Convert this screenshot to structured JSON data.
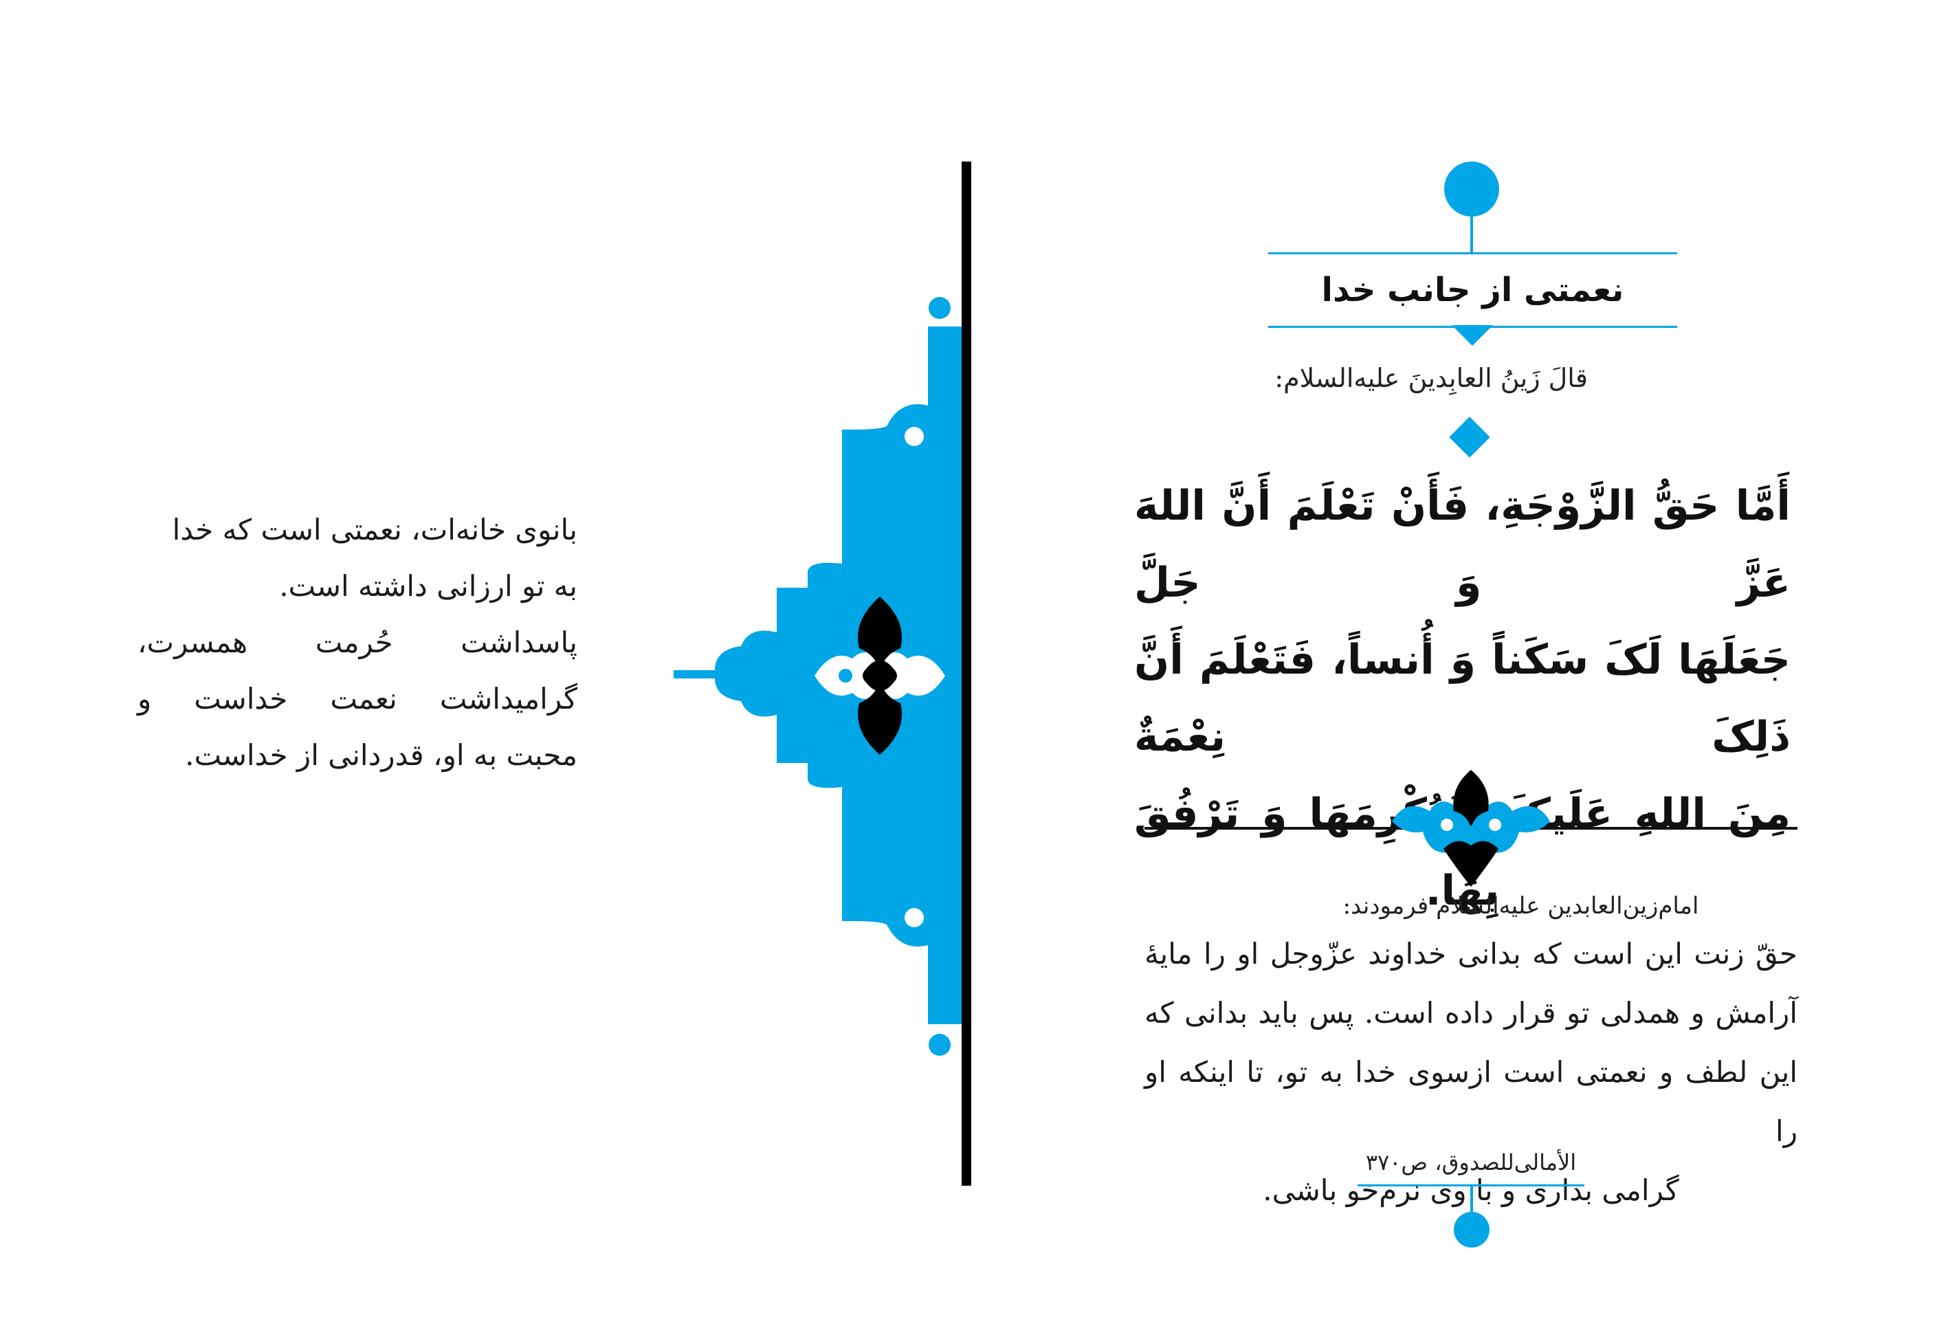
{
  "colors": {
    "accent": "#00a6e6",
    "ink": "#111111",
    "spine": "#000000"
  },
  "header": {
    "title": "نعمتی از جانب خدا"
  },
  "said_line": "قالَ زَینُ العابِدینَ علیه‌السلام:",
  "arabic_hadith": {
    "lines": [
      "أَمَّا حَقُّ الزَّوْجَةِ، فَأَنْ تَعْلَمَ أَنَّ اللهَ عَزَّ وَ جَلَّ",
      "جَعَلَهَا لَکَ سَکَناً وَ أُنساً، فَتَعْلَمَ أَنَّ ذَلِکَ نِعْمَةٌ",
      "مِنَ اللهِ عَلَیکَ، فَتُکْرِمَهَا وَ تَرْفُقَ بِهَا."
    ]
  },
  "imam_line": "امام‌زین‌العابدین علیه‌السلام فرمودند:",
  "persian_translation": {
    "lines": [
      "حقّ زنت این است که بدانی خداوند عزّوجل او را مایهٔ",
      "آرامش و همدلی تو قرار داده است. پس باید بدانی که",
      "این لطف و نعمتی است ازسوی خدا به تو، تا اینکه او را",
      "گرامی بداری و با وی نرم‌خو باشی."
    ]
  },
  "source": "الأمالی‌للصدوق، ص۳۷۰",
  "poem": {
    "lines": [
      "بانوی خانه‌ات، نعمتی است که خدا",
      "به تو ارزانی داشته است.",
      "پاسداشت حُرمت همسرت،",
      "گرامیداشت نعمت خداست و",
      "محبت به او، قدردانی از خداست."
    ]
  },
  "icons": {
    "ornament": "arabesque-frame-icon",
    "lotus": "lotus-flower-icon",
    "diamond": "diamond-icon"
  }
}
